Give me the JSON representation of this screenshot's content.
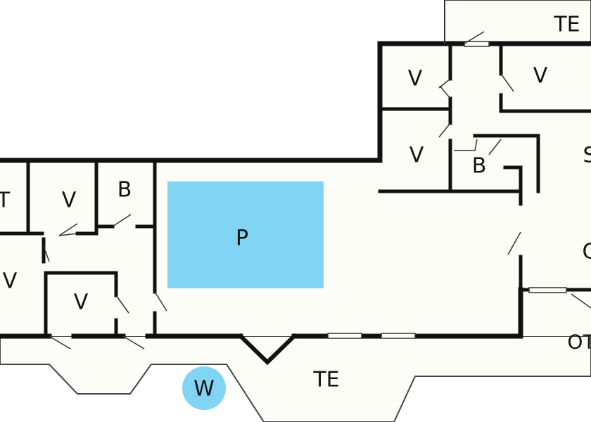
{
  "floorplan": {
    "colors": {
      "wall": "#111111",
      "floor": "#fdfdf7",
      "pool": "#82d4f5",
      "whirlpool": "#82d4f5",
      "background": "#ffffff"
    },
    "rooms": {
      "terrace_top": "TE",
      "bedroom_top_left": "V",
      "bedroom_top_right": "V",
      "bedroom_mid": "V",
      "bath_right": "B",
      "room_s_partial": "S",
      "room_c_partial": "C",
      "room_ot_partial": "OT",
      "room_t_partial": "T",
      "bedroom_left_1": "V",
      "bath_left": "B",
      "bedroom_left_2": "V",
      "bedroom_left_3": "V",
      "pool": "P",
      "whirlpool": "W",
      "terrace_bottom": "TE"
    }
  }
}
